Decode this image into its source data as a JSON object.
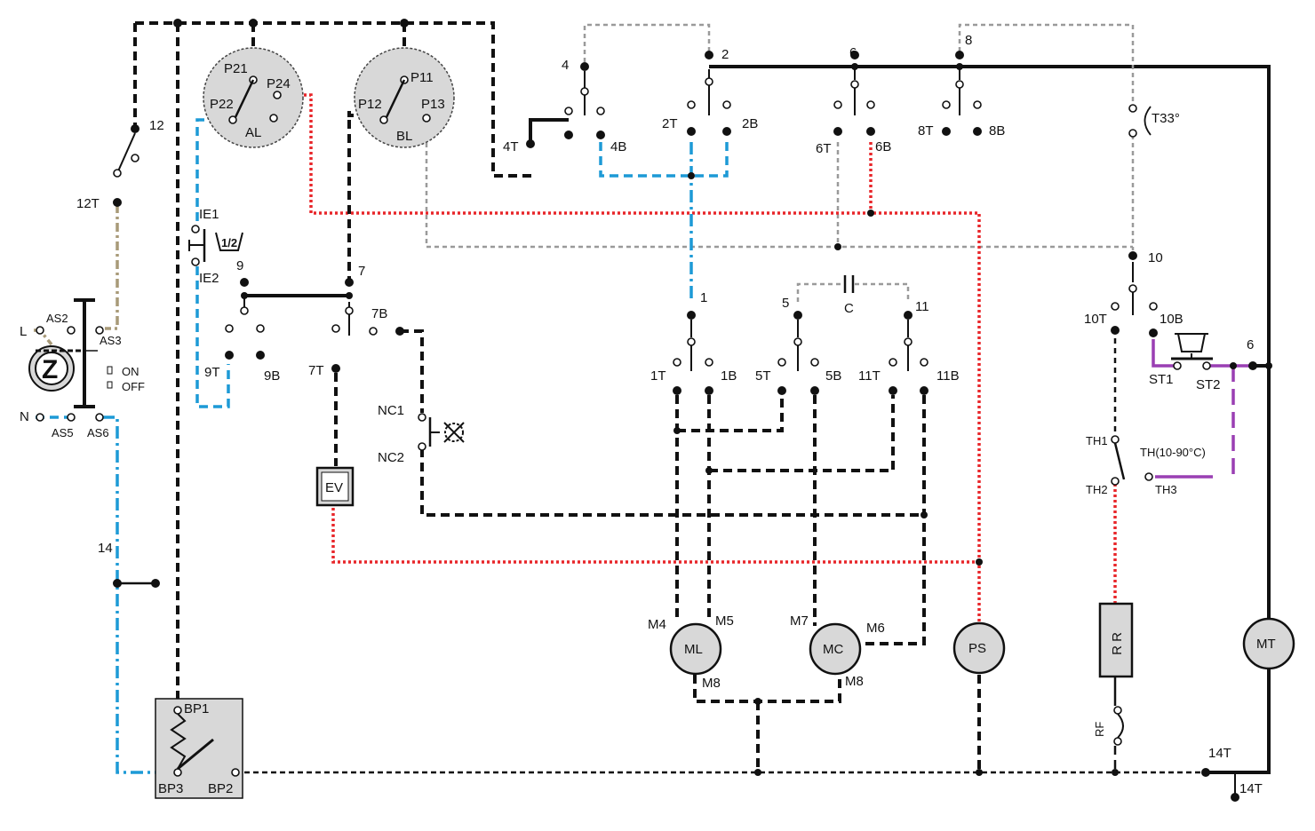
{
  "components": {
    "AL": {
      "label": "AL",
      "pins": [
        "P21",
        "P22",
        "P24"
      ]
    },
    "BL": {
      "label": "BL",
      "pins": [
        "P11",
        "P12",
        "P13"
      ]
    },
    "Z": {
      "label": "Z",
      "pins": [
        "L",
        "N",
        "AS2",
        "AS3",
        "AS5",
        "AS6"
      ],
      "on": "ON",
      "off": "OFF"
    },
    "IE": {
      "pins": [
        "IE1",
        "IE2"
      ],
      "symbol": "1/2"
    },
    "EV": {
      "label": "EV"
    },
    "NC": {
      "pins": [
        "NC1",
        "NC2"
      ]
    },
    "C": {
      "label": "C"
    },
    "ML": {
      "label": "ML",
      "pins": [
        "M4",
        "M5",
        "M8"
      ]
    },
    "MC": {
      "label": "MC",
      "pins": [
        "M7",
        "M6",
        "M8"
      ]
    },
    "PS": {
      "label": "PS"
    },
    "MT": {
      "label": "MT"
    },
    "R": {
      "label": "R R"
    },
    "RF": {
      "label": "RF"
    },
    "TH": {
      "label": "TH(10-90°C)",
      "pins": [
        "TH1",
        "TH2",
        "TH3"
      ]
    },
    "ST": {
      "pins": [
        "ST1",
        "ST2"
      ]
    },
    "T33": {
      "label": "T33°"
    },
    "BP": {
      "pins": [
        "BP1",
        "BP2",
        "BP3"
      ]
    }
  },
  "terminals": [
    "12",
    "12T",
    "14",
    "14T",
    "9",
    "9T",
    "9B",
    "7",
    "7T",
    "7B",
    "4",
    "4T",
    "4B",
    "2",
    "2T",
    "2B",
    "6",
    "6T",
    "6B",
    "8",
    "8T",
    "8B",
    "1",
    "1T",
    "1B",
    "5",
    "5T",
    "5B",
    "11",
    "11T",
    "11B",
    "10",
    "10T",
    "10B"
  ]
}
